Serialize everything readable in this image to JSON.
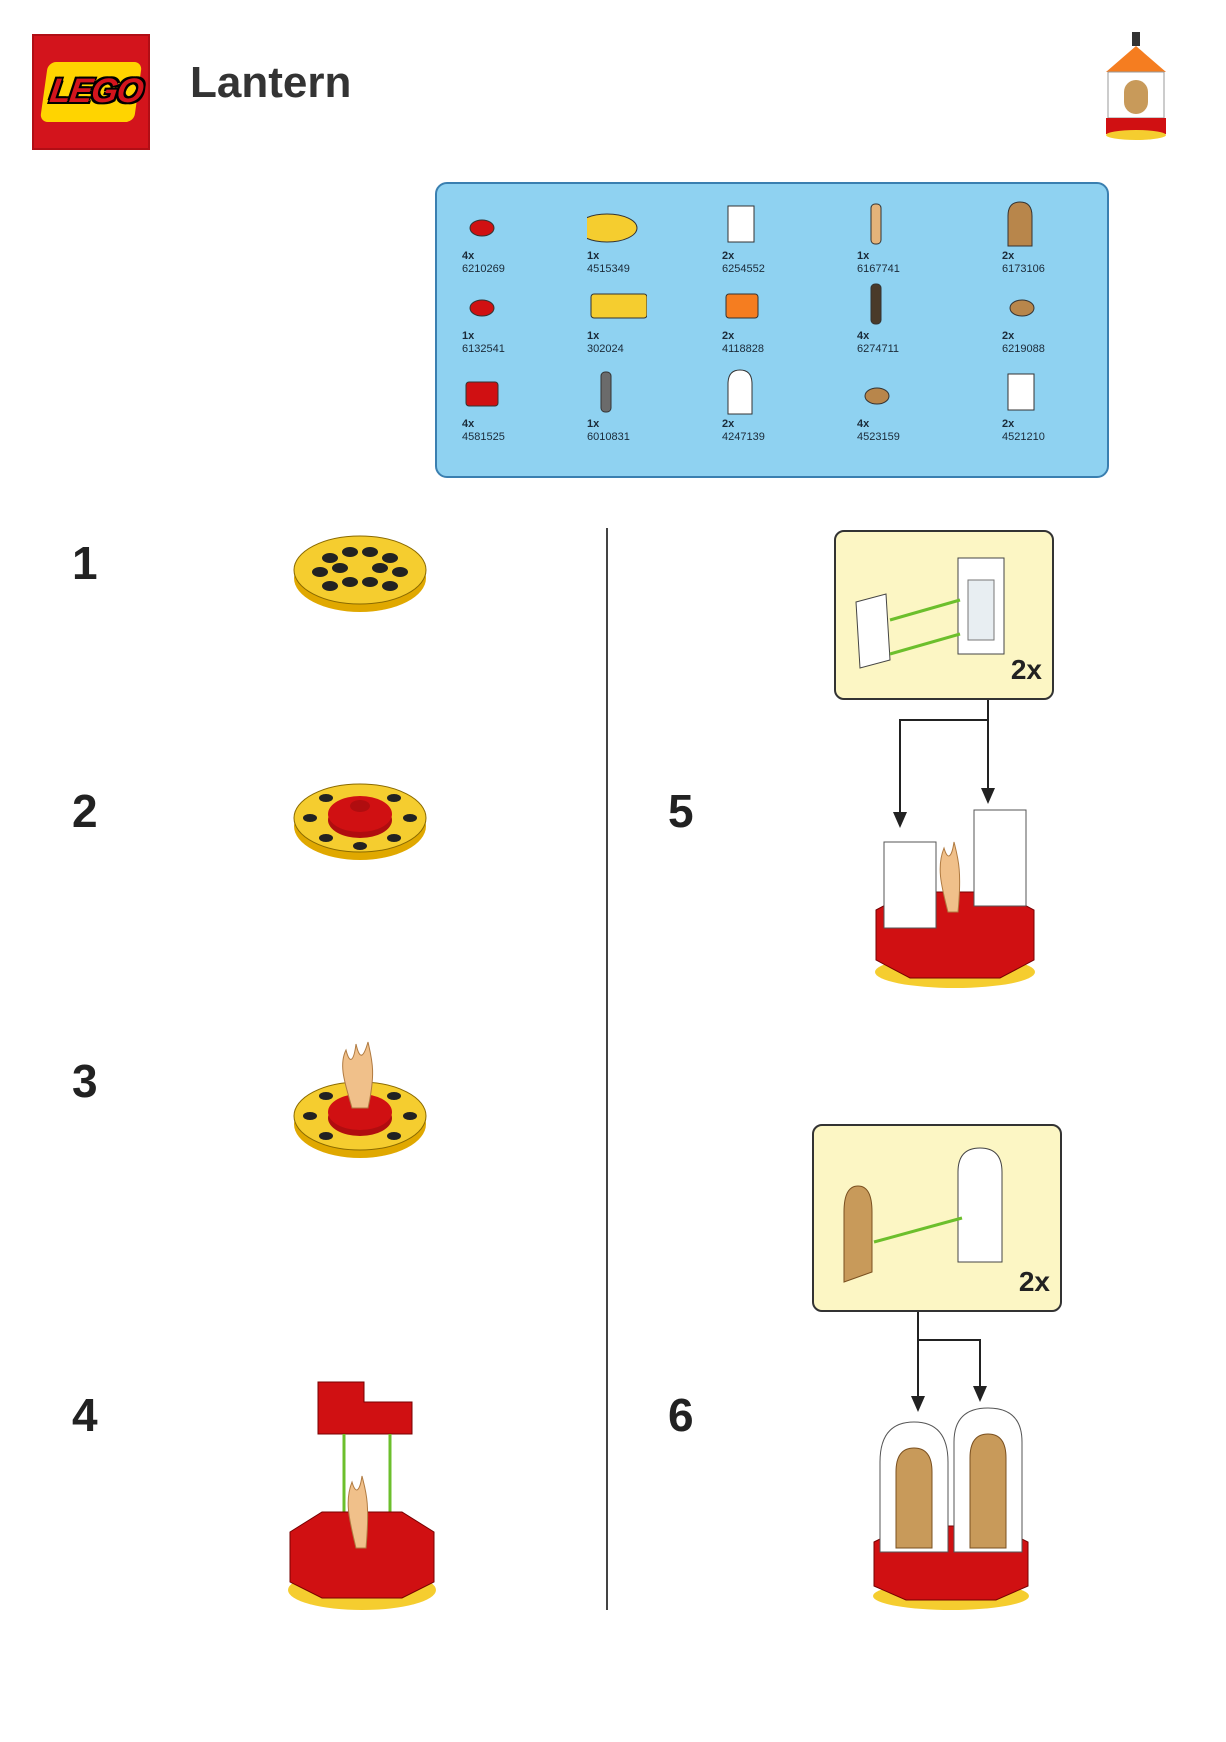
{
  "header": {
    "brand": "LEGO",
    "title": "Lantern"
  },
  "preview_icon": "lantern-preview",
  "parts": [
    {
      "qty": "4x",
      "id": "6210269",
      "color": "#d01012",
      "icon": "red-round-plate"
    },
    {
      "qty": "1x",
      "id": "4515349",
      "color": "#f5cd2f",
      "icon": "yellow-round-plate"
    },
    {
      "qty": "2x",
      "id": "6254552",
      "color": "#ffffff",
      "icon": "window-glass"
    },
    {
      "qty": "1x",
      "id": "6167741",
      "color": "#e4b37a",
      "icon": "flame-piece"
    },
    {
      "qty": "2x",
      "id": "6173106",
      "color": "#b8864b",
      "icon": "arched-door"
    },
    {
      "qty": "1x",
      "id": "6132541",
      "color": "#d01012",
      "icon": "red-round-tile"
    },
    {
      "qty": "1x",
      "id": "302024",
      "color": "#f5cd2f",
      "icon": "yellow-plate"
    },
    {
      "qty": "2x",
      "id": "4118828",
      "color": "#f57d20",
      "icon": "orange-slope"
    },
    {
      "qty": "4x",
      "id": "6274711",
      "color": "#4a3a2a",
      "icon": "candle-stick"
    },
    {
      "qty": "2x",
      "id": "6219088",
      "color": "#b8864b",
      "icon": "tan-ring"
    },
    {
      "qty": "4x",
      "id": "4581525",
      "color": "#d01012",
      "icon": "red-corner-brick"
    },
    {
      "qty": "1x",
      "id": "6010831",
      "color": "#6b6b6b",
      "icon": "grey-hook"
    },
    {
      "qty": "2x",
      "id": "4247139",
      "color": "#ffffff",
      "icon": "arched-window-frame"
    },
    {
      "qty": "4x",
      "id": "4523159",
      "color": "#b8864b",
      "icon": "tan-stud"
    },
    {
      "qty": "2x",
      "id": "4521210",
      "color": "#ffffff",
      "icon": "window-frame"
    }
  ],
  "steps": [
    {
      "number": "1"
    },
    {
      "number": "2"
    },
    {
      "number": "3"
    },
    {
      "number": "4"
    },
    {
      "number": "5",
      "callout_multiplier": "2x"
    },
    {
      "number": "6",
      "callout_multiplier": "2x"
    }
  ],
  "colors": {
    "lego_red": "#d3141c",
    "lego_yellow": "#ffd400",
    "panel_blue": "#8fd2f1",
    "callout_yellow": "#fcf6c4",
    "arrow_green": "#6cbf2c"
  }
}
